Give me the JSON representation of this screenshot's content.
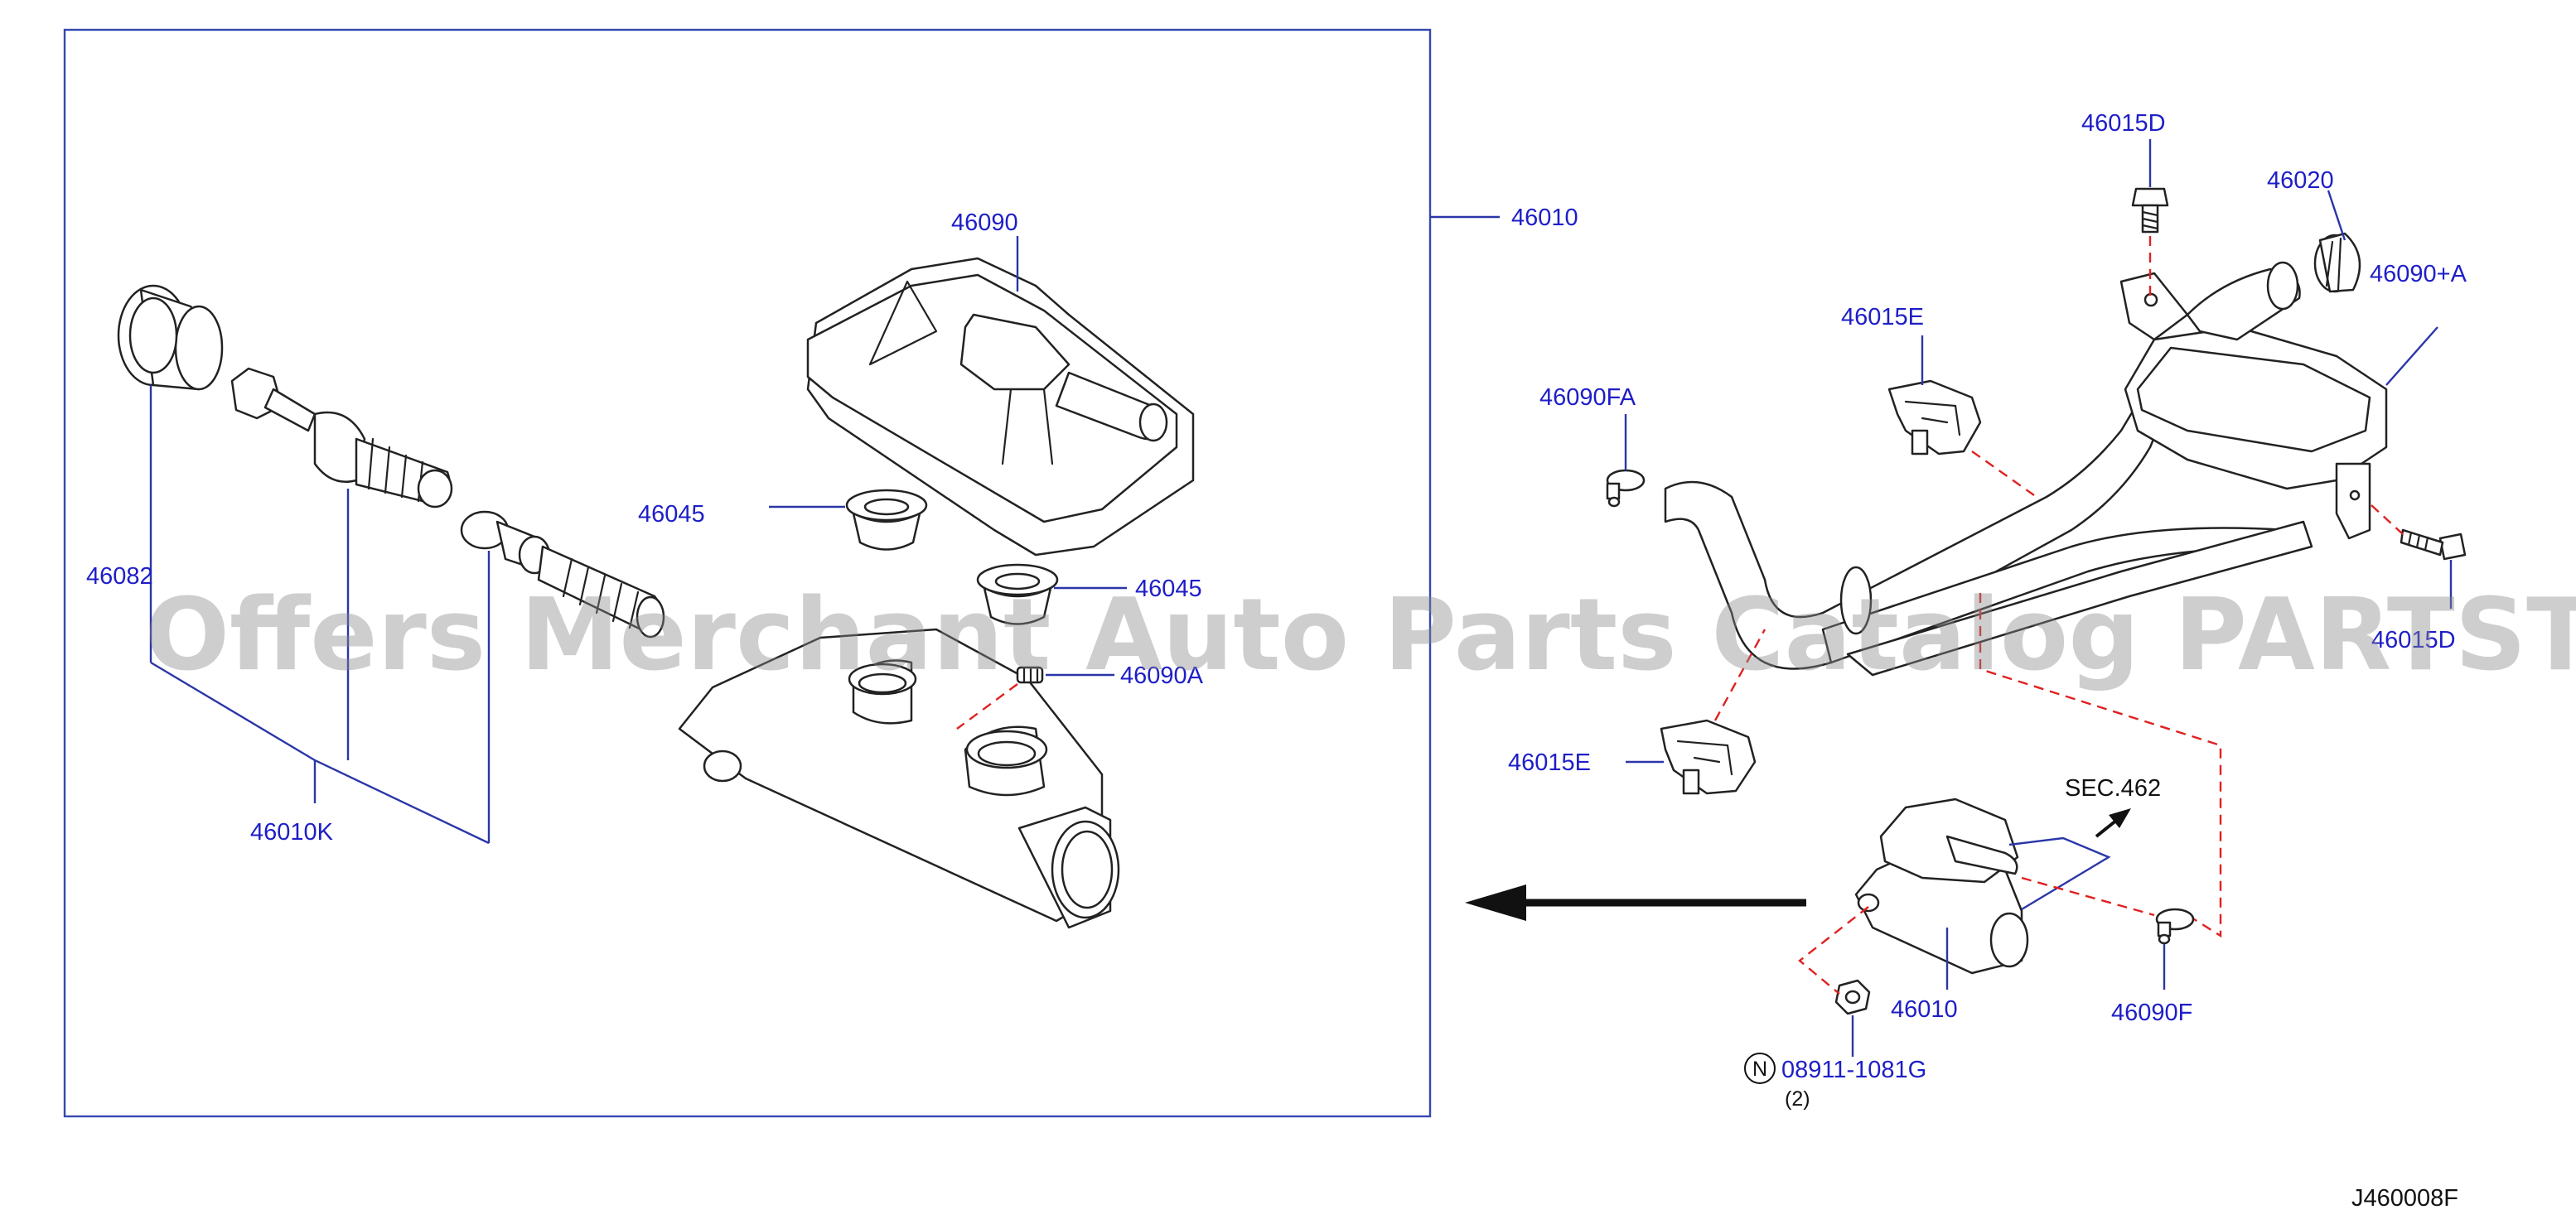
{
  "diagram": {
    "code": "J460008F",
    "watermark": "Offers Merchant Auto Parts Catalog PARTSTORE.SA",
    "section_ref": "SEC.462",
    "nut_symbol": "N",
    "labels": {
      "p46010_box": "46010",
      "p46090": "46090",
      "p46082": "46082",
      "p46045_a": "46045",
      "p46045_b": "46045",
      "p46090A": "46090A",
      "p46010K": "46010K",
      "p46015D_top": "46015D",
      "p46020": "46020",
      "p46090plusA": "46090+A",
      "p46015E_top": "46015E",
      "p46090FA": "46090FA",
      "p46015D_right": "46015D",
      "p46015E_bottom": "46015E",
      "p46010_small": "46010",
      "p46090F": "46090F",
      "p08911": "08911-1081G",
      "qty": "(2)"
    }
  }
}
